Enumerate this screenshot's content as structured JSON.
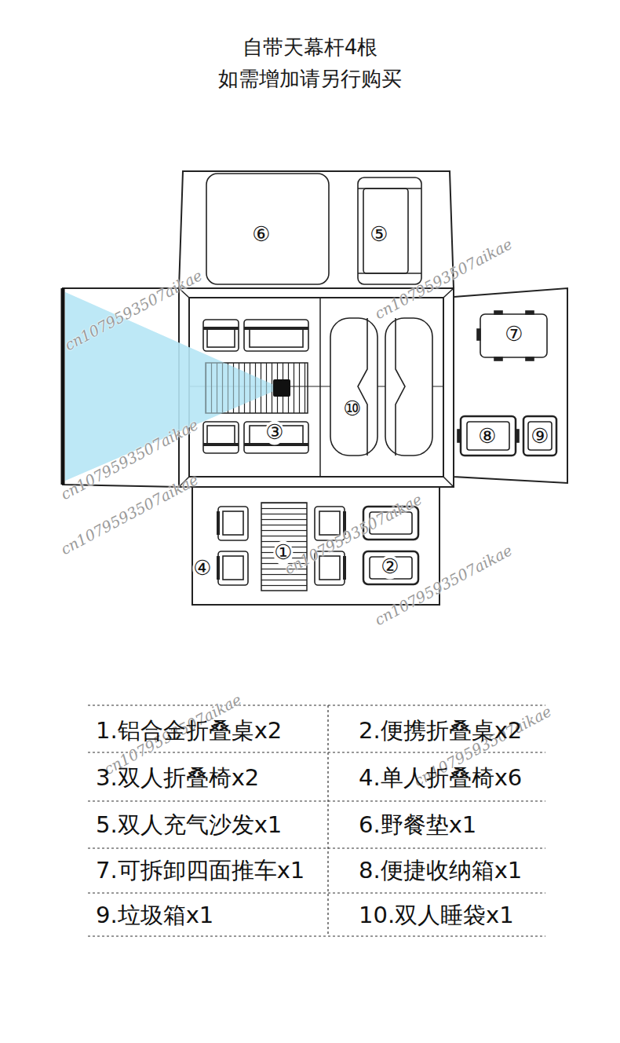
{
  "diagram": {
    "title": "自带天幕杆4根 如需增加请另行购买",
    "labels": [
      "⑥",
      "⑤",
      "⑦",
      "⑩",
      "③",
      "⑧",
      "⑨",
      "④",
      "①",
      "②",
      "cn1079593507aikae",
      "cn1079593507aikae",
      "cn1079593507aikae",
      "cn1079593507aikae",
      "cn1079593507aikae",
      "cn1079593507aikae",
      "cn1079593507aikae",
      "cn1079593507aikae",
      "1.铝合金折叠桌x2",
      "2.便携折叠桌x2",
      "3.双人折叠椅x2",
      "4.单人折叠椅x6",
      "5.双人充气沙发x1",
      "6.野餐垫x1",
      "7.可拆卸四面推车x1",
      "8.便捷收纳箱x1",
      "9.垃圾箱x1",
      "10.双人睡袋x1"
    ]
  }
}
